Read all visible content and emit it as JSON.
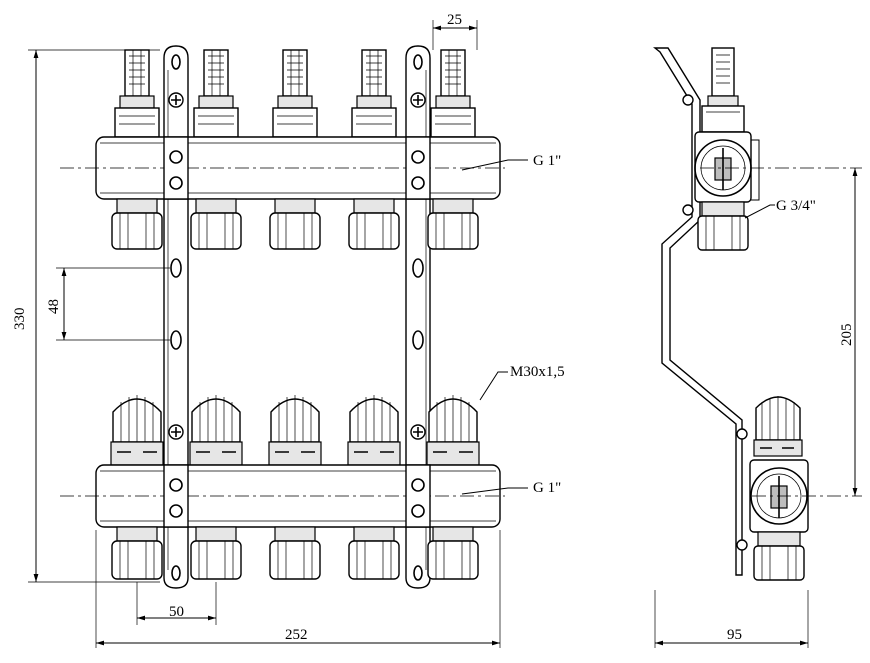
{
  "dimensions": {
    "valve_pitch": "25",
    "height_total": "330",
    "mount_holes": "48",
    "outlet_spacing": "50",
    "width_total": "252",
    "depth": "95",
    "bar_spacing": "205"
  },
  "labels": {
    "top_bar_thread": "G 1\"",
    "bottom_bar_thread": "G 1\"",
    "outlet_thread": "G 3/4\"",
    "cap_thread": "M30x1,5"
  },
  "outlet_count": 5
}
